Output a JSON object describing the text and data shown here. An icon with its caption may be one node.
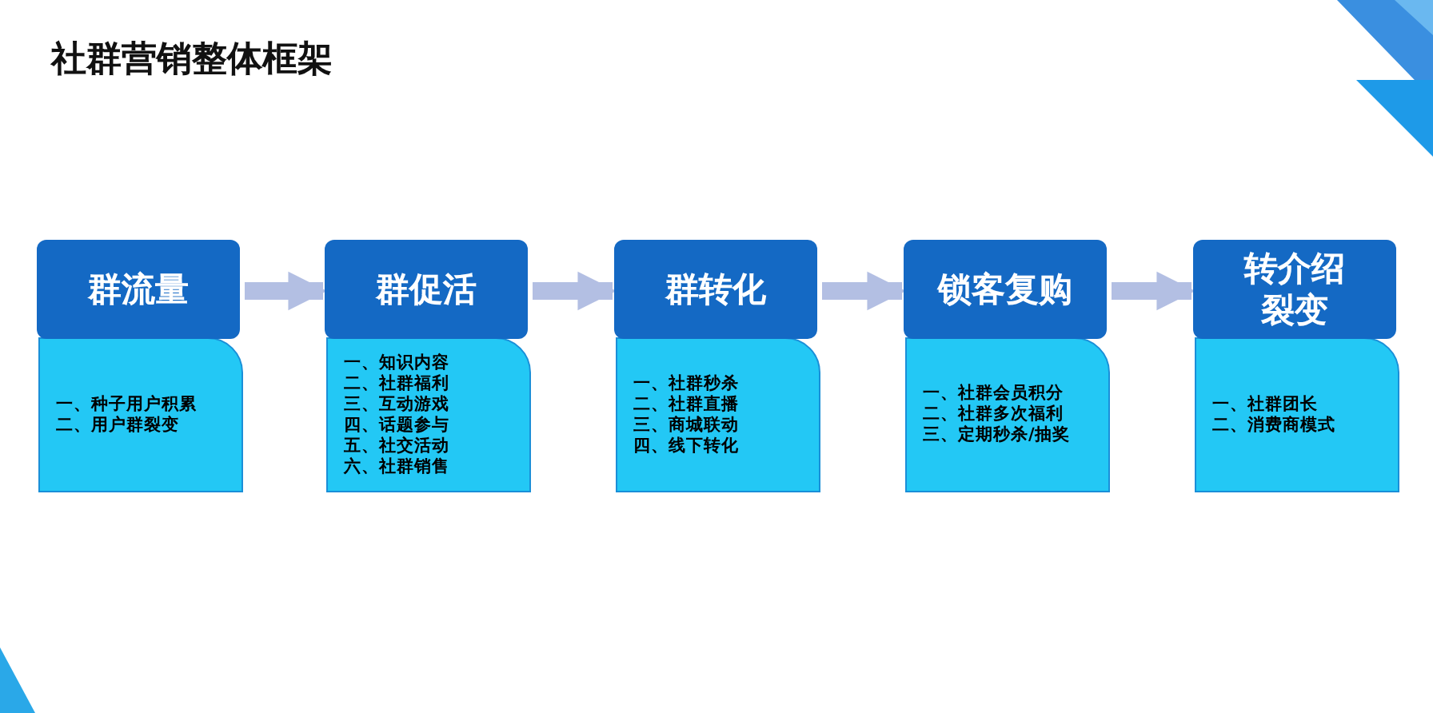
{
  "diagram": {
    "title": "社群营销整体框架",
    "nodes": [
      {
        "text": [
          "群流量",
          "一、种子用户积累",
          "二、用户群裂变"
        ]
      },
      {
        "text": [
          "群促活",
          "一、知识内容",
          "二、社群福利",
          "三、互动游戏",
          "四、话题参与",
          "五、社交活动",
          "六、社群销售"
        ]
      },
      {
        "text": [
          "群转化",
          "一、社群秒杀",
          "二、社群直播",
          "三、商城联动",
          "四、线下转化"
        ]
      },
      {
        "text": [
          "锁客复购",
          "一、社群会员积分",
          "二、社群多次福利",
          "三、定期秒杀/抽奖"
        ]
      },
      {
        "text": [
          "转介绍裂变",
          "一、社群团长",
          "二、消费商模式"
        ]
      }
    ],
    "edges": [
      {
        "from": 0,
        "to": 1,
        "arrow": "to"
      },
      {
        "from": 1,
        "to": 2,
        "arrow": "to"
      },
      {
        "from": 2,
        "to": 3,
        "arrow": "to"
      },
      {
        "from": 3,
        "to": 4,
        "arrow": "to"
      }
    ]
  }
}
